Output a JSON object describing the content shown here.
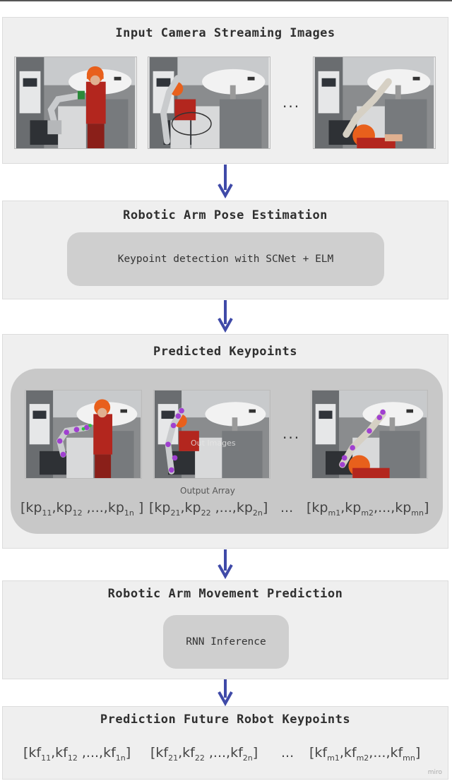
{
  "panels": {
    "input": {
      "title": "Input Camera Streaming Images",
      "ellipsis": "..."
    },
    "pose": {
      "title": "Robotic Arm Pose Estimation",
      "box": "Keypoint detection with SCNet + ELM"
    },
    "keypoints": {
      "title": "Predicted Keypoints",
      "ellipsis": "...",
      "overlay": "Out Images",
      "output_label": "Output Array",
      "arrays": [
        {
          "base": "[kp",
          "terms": [
            [
              "",
              "11"
            ],
            [
              ",kp",
              "12"
            ],
            [
              " ,...,kp",
              "1n"
            ]
          ],
          "end": " ]"
        },
        {
          "base": "[kp",
          "terms": [
            [
              "",
              "21"
            ],
            [
              ",kp",
              "22"
            ],
            [
              " ,...,kp",
              "2n"
            ]
          ],
          "end": "]"
        },
        {
          "base": "[kp",
          "terms": [
            [
              "",
              "m1"
            ],
            [
              ",kp",
              "m2"
            ],
            [
              ",...,kp",
              "mn"
            ]
          ],
          "end": "]"
        }
      ],
      "mid_dots": "..."
    },
    "movement": {
      "title": "Robotic Arm Movement Prediction",
      "box": "RNN Inference"
    },
    "future": {
      "title": "Prediction Future Robot Keypoints",
      "arrays": [
        {
          "base": "[kf",
          "terms": [
            [
              "",
              "11"
            ],
            [
              ",kf",
              "12"
            ],
            [
              " ,...,kf",
              "1n"
            ]
          ],
          "end": "]"
        },
        {
          "base": "[kf",
          "terms": [
            [
              "",
              "21"
            ],
            [
              ",kf",
              "22"
            ],
            [
              " ,...,kf",
              "2n"
            ]
          ],
          "end": "]"
        },
        {
          "base": "[kf",
          "terms": [
            [
              "",
              "m1"
            ],
            [
              ",kf",
              "m2"
            ],
            [
              ",...,kf",
              "mn"
            ]
          ],
          "end": "]"
        }
      ],
      "mid_dots": "..."
    }
  },
  "watermark": "miro",
  "colors": {
    "arrow": "#3f4aa8",
    "panel": "#efefef",
    "inner_box": "#cfcfcf",
    "keypoint": "#a040d0"
  },
  "icons": [
    "arrow-down-icon"
  ]
}
